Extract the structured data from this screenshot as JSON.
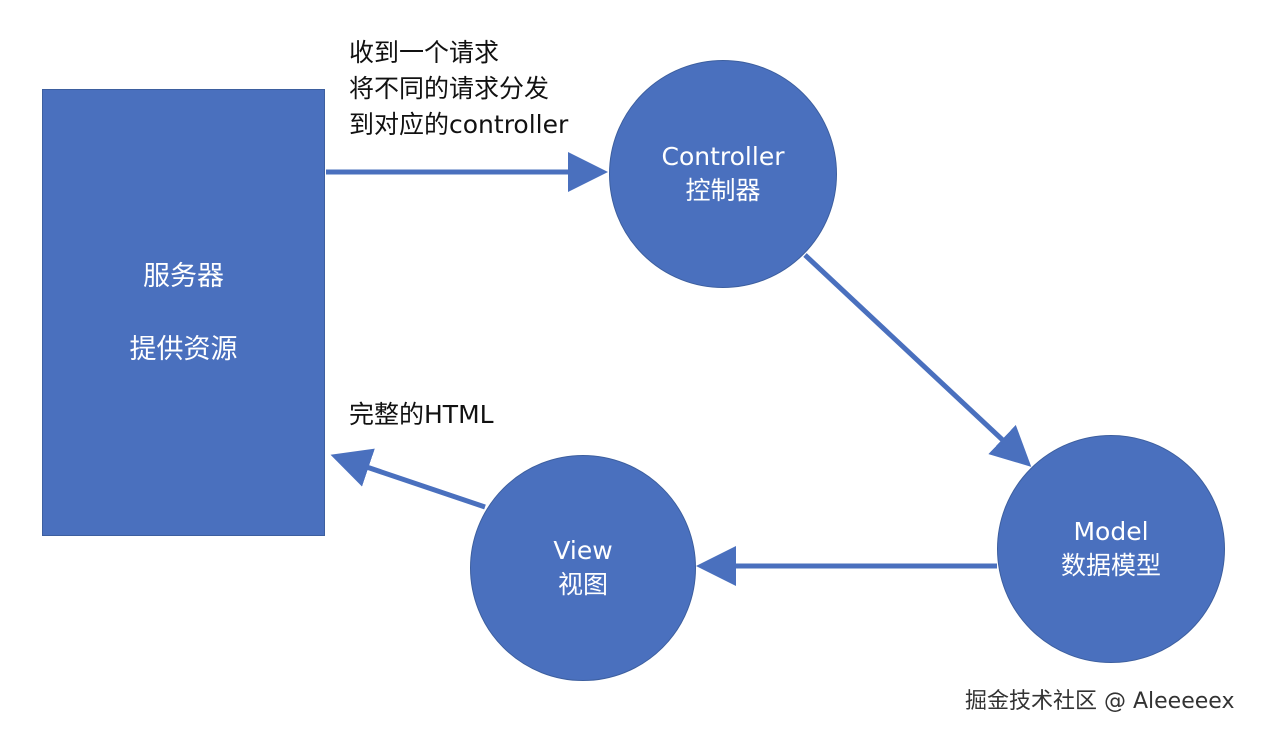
{
  "server": {
    "line1": "服务器",
    "line2": "提供资源"
  },
  "controller": {
    "en": "Controller",
    "zh": "控制器"
  },
  "model": {
    "en": "Model",
    "zh": "数据模型"
  },
  "view": {
    "en": "View",
    "zh": "视图"
  },
  "labels": {
    "request": [
      "收到一个请求",
      "将不同的请求分发",
      "到对应的controller"
    ],
    "html": "完整的HTML"
  },
  "watermark": "掘金技术社区 @ Aleeeeex",
  "colors": {
    "node_fill": "#4a70be",
    "arrow": "#4a70be",
    "text_on_node": "#ffffff"
  }
}
